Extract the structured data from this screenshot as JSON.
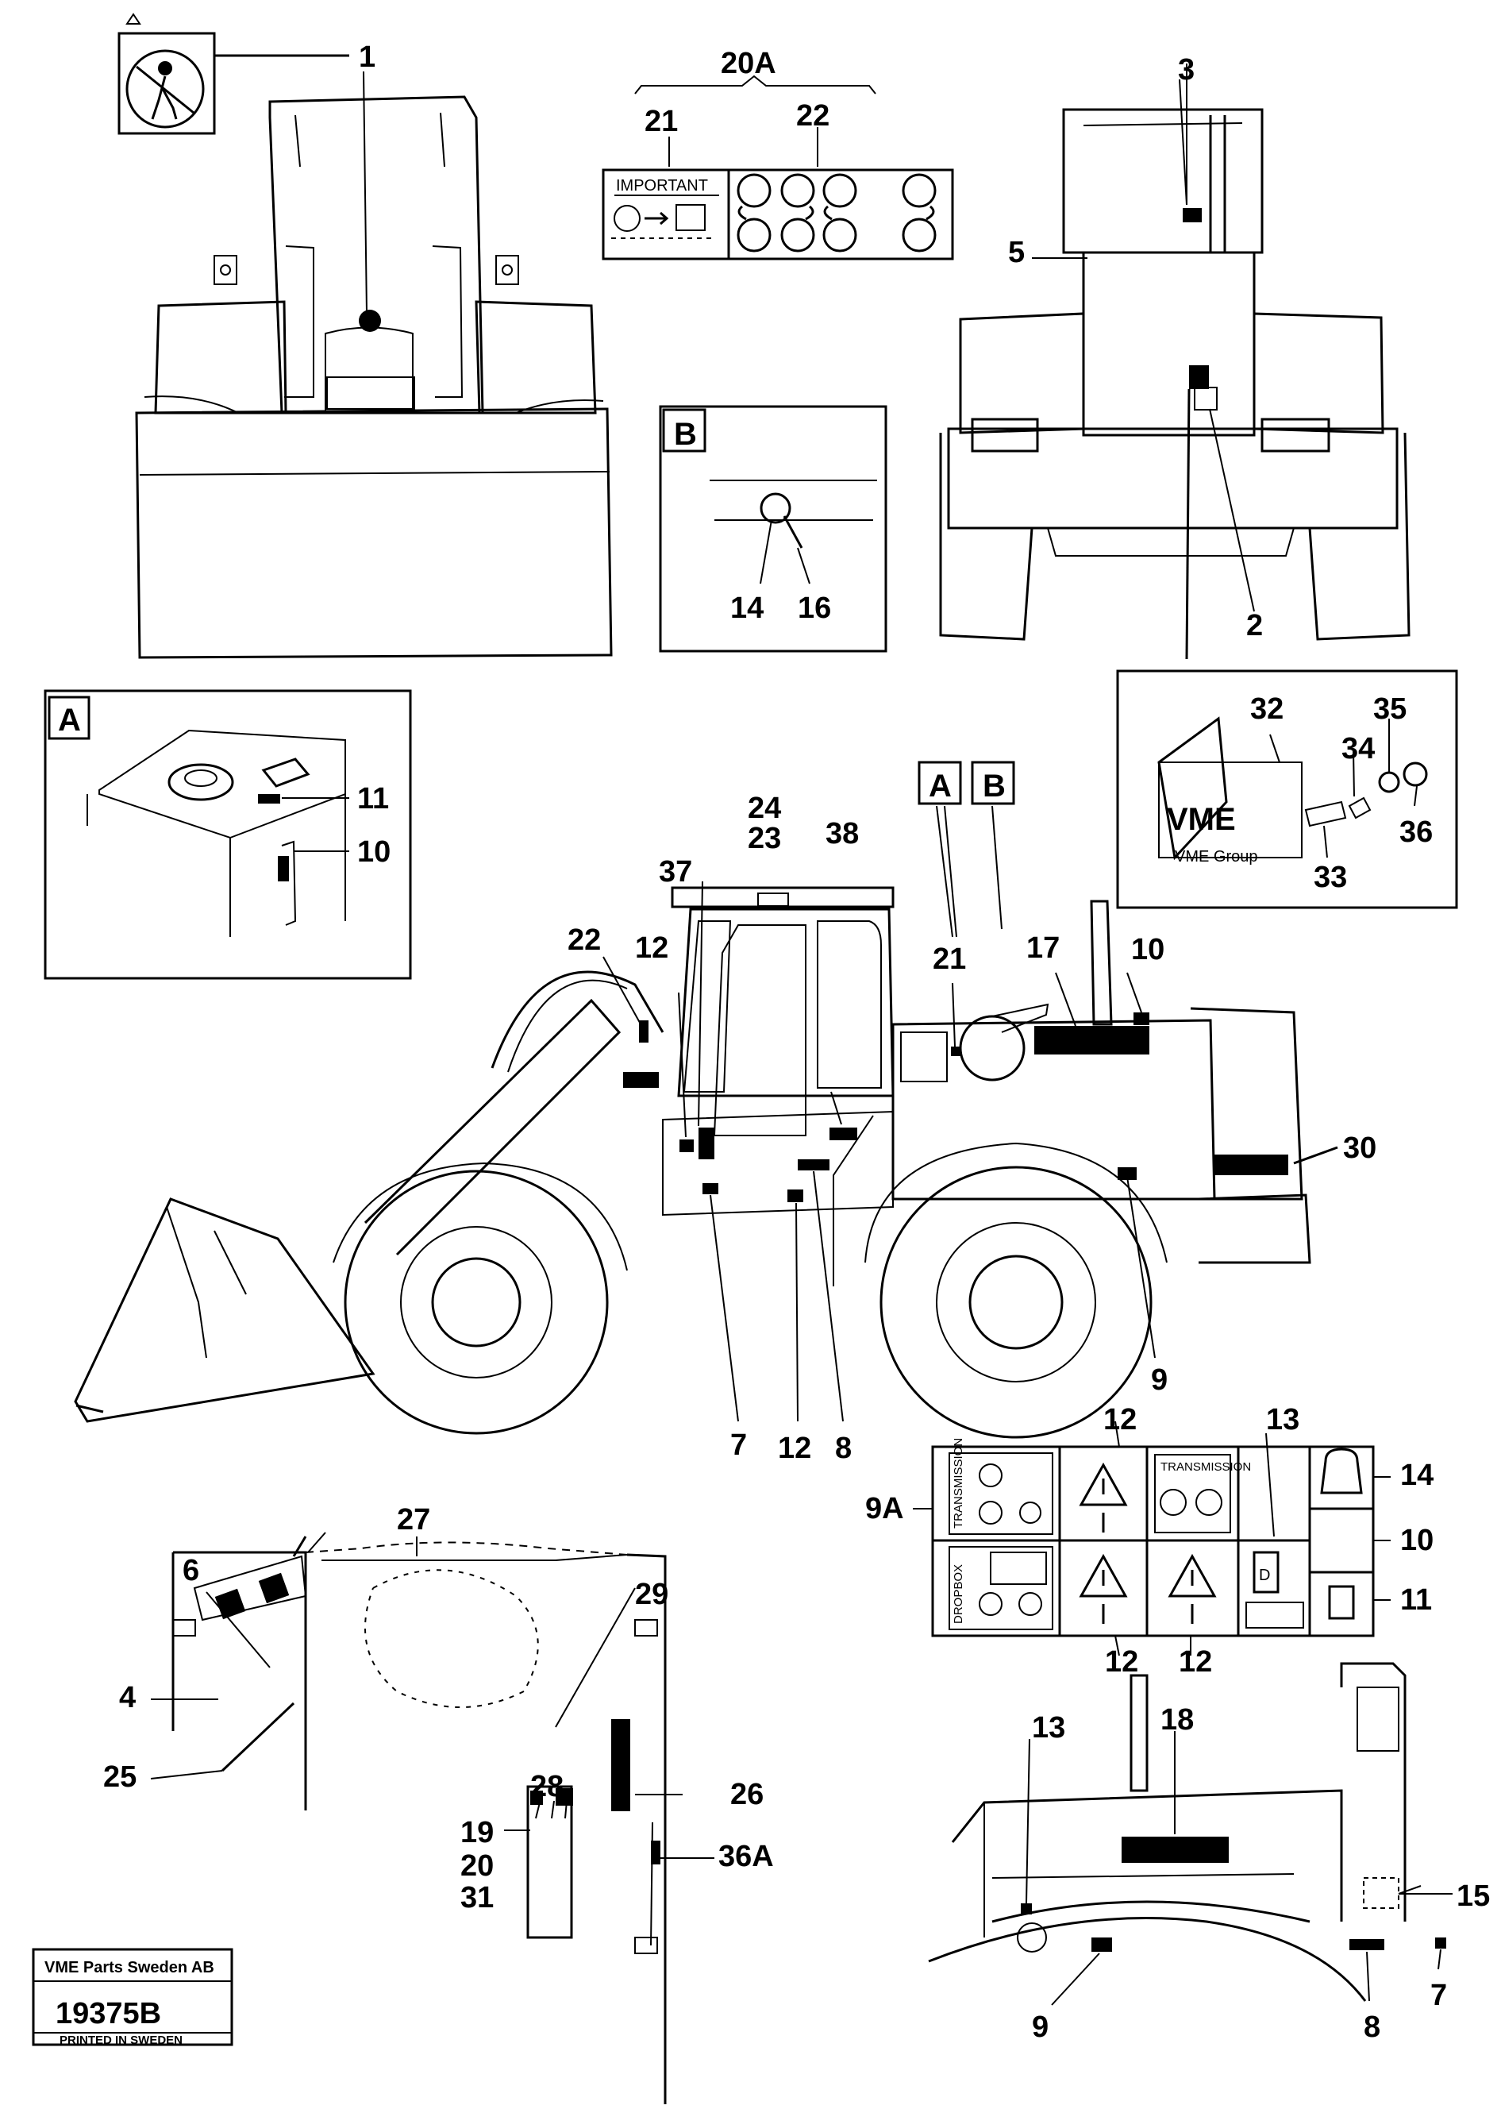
{
  "callouts": {
    "c1": "1",
    "c2": "2",
    "c3": "3",
    "c4": "4",
    "c5": "5",
    "c6": "6",
    "c7a": "7",
    "c7b": "7",
    "c8a": "8",
    "c8b": "8",
    "c9a": "9",
    "c9b": "9",
    "c9A": "9A",
    "c10a": "10",
    "c10b": "10",
    "c10c": "10",
    "c11a": "11",
    "c11b": "11",
    "c12a": "12",
    "c12b": "12",
    "c12c": "12",
    "c12d": "12",
    "c12e": "12",
    "c13a": "13",
    "c13b": "13",
    "c14a": "14",
    "c14b": "14",
    "c15": "15",
    "c16": "16",
    "c17": "17",
    "c18": "18",
    "c19": "19",
    "c20": "20",
    "c20A": "20A",
    "c21a": "21",
    "c21b": "21",
    "c22a": "22",
    "c22b": "22",
    "c23": "23",
    "c24": "24",
    "c25": "25",
    "c26": "26",
    "c27": "27",
    "c28": "28",
    "c29": "29",
    "c30": "30",
    "c31": "31",
    "c32": "32",
    "c33": "33",
    "c34": "34",
    "c35": "35",
    "c36": "36",
    "c36A": "36A",
    "c37": "37",
    "c38": "38"
  },
  "inset_letters": {
    "a_box": "A",
    "b_box": "B",
    "a_flag": "A",
    "b_flag": "B"
  },
  "decal_text": {
    "important": "IMPORTANT",
    "transmission_left": "TRANSMISSION",
    "transmission_center": "TRANSMISSION",
    "dropbox": "DROPBOX",
    "fuel_letter": "D",
    "vme_logo": "VME",
    "vme_group": "VME Group"
  },
  "title_block": {
    "company": "VME Parts Sweden AB",
    "drawing_number": "19375B",
    "printed": "PRINTED IN SWEDEN"
  }
}
